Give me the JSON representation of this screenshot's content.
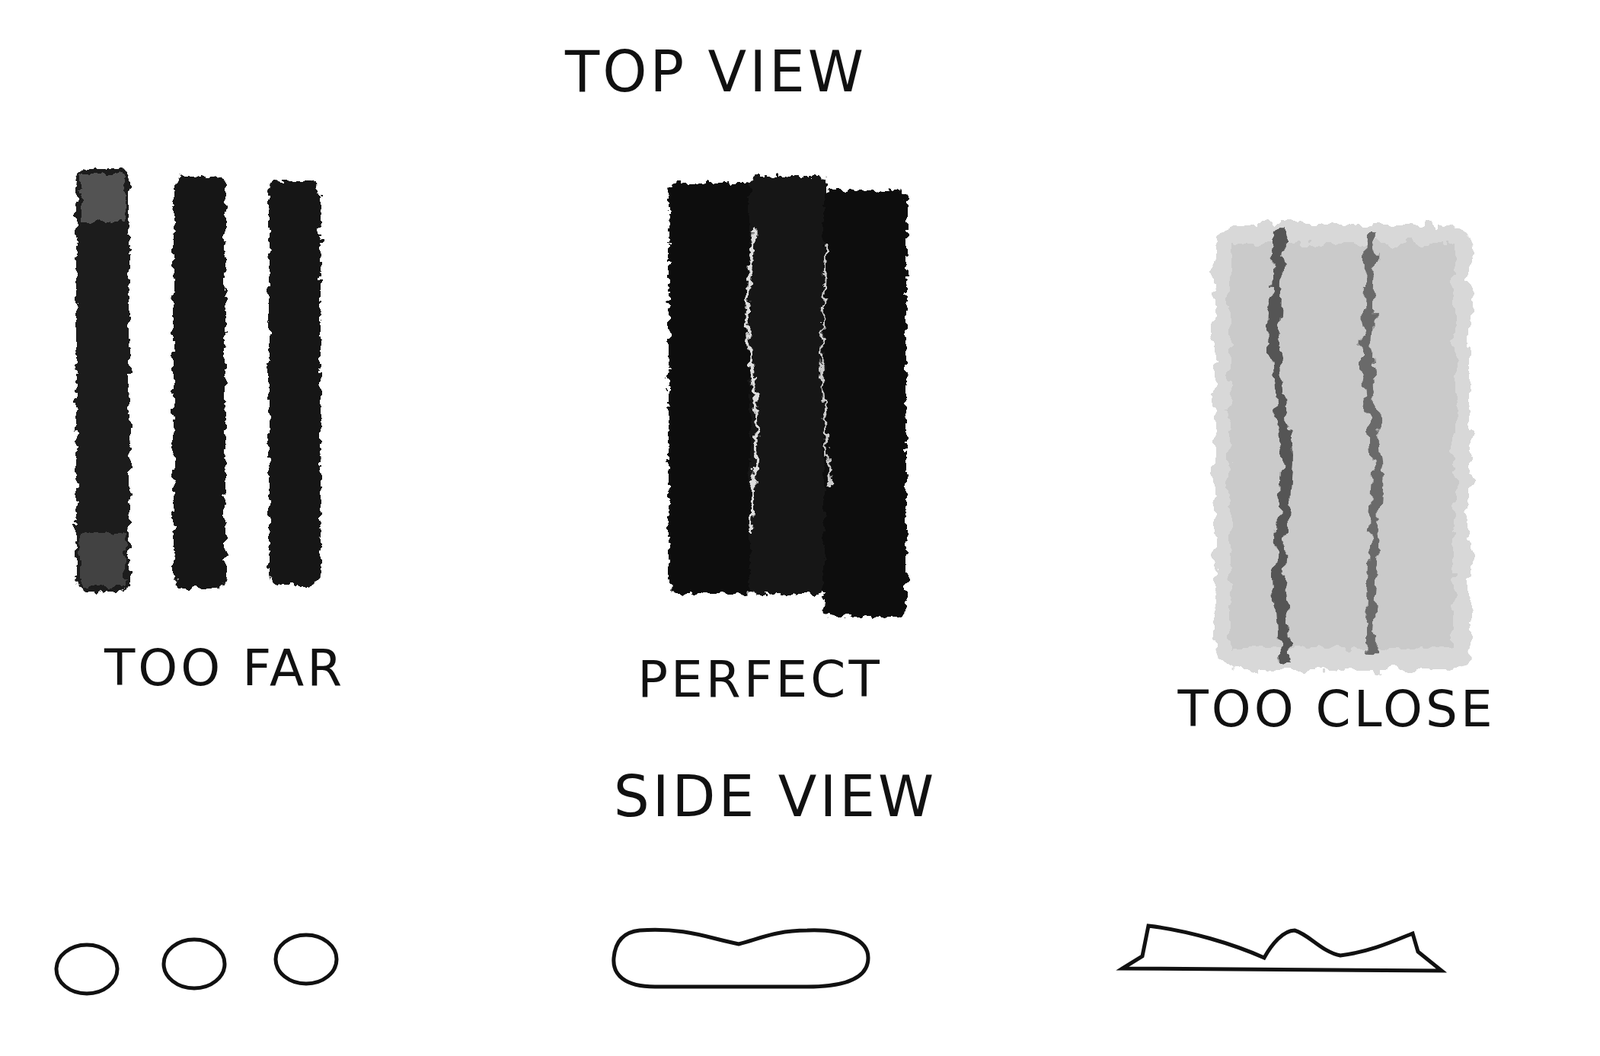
{
  "diagram": {
    "title": "TOP VIEW",
    "labels": [
      "TOO FAR",
      "PERFECT",
      "TOO CLOSE",
      "SIDE VIEW"
    ]
  }
}
